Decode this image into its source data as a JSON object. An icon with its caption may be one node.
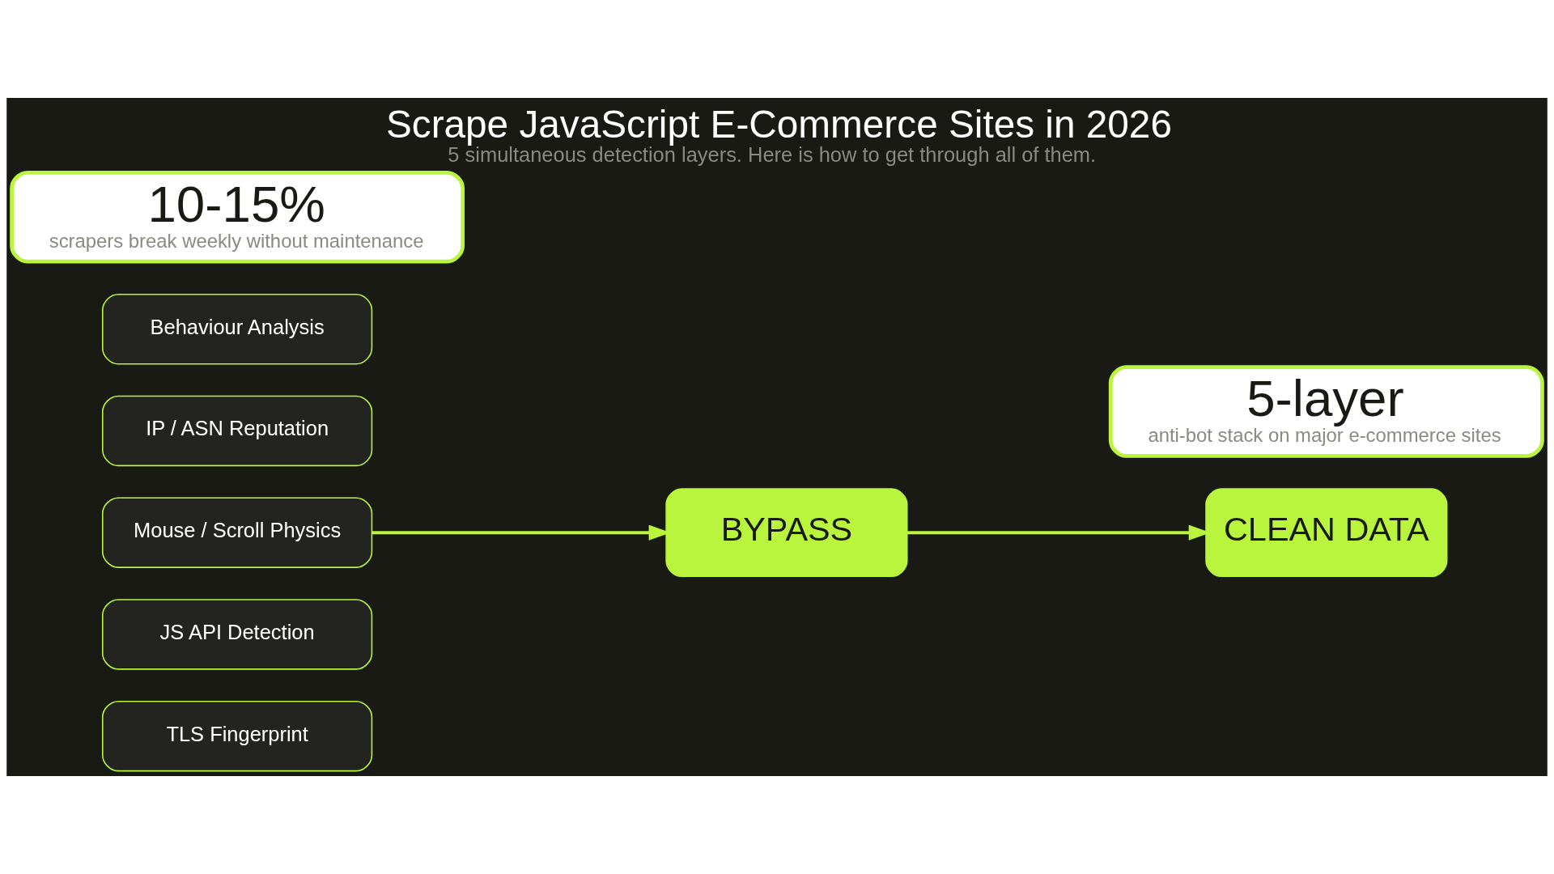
{
  "diagram": {
    "title": "Scrape JavaScript E-Commerce Sites in 2026",
    "caption": "5 simultaneous detection layers. Here is how to get through all of them.",
    "nodes": [
      {
        "text": [
          "TLS Fingerprint"
        ]
      },
      {
        "text": [
          "JS API Detection"
        ]
      },
      {
        "text": [
          "Mouse / Scroll Physics"
        ]
      },
      {
        "text": [
          "IP / ASN Reputation"
        ]
      },
      {
        "text": [
          "Behaviour Analysis"
        ]
      },
      {
        "text": [
          "BYPASS"
        ]
      },
      {
        "text": [
          "CLEAN DATA"
        ]
      },
      {
        "text": [
          "10-15%",
          "scrapers break weekly without maintenance"
        ]
      },
      {
        "text": [
          "5-layer",
          "anti-bot stack on major e-commerce sites"
        ]
      }
    ],
    "edges": [
      {
        "from": 2,
        "to": 5,
        "arrow": "to"
      },
      {
        "from": 5,
        "to": 6,
        "arrow": "to"
      }
    ]
  }
}
